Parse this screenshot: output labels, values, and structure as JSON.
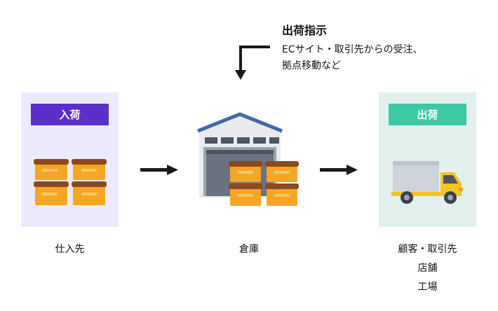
{
  "instruction": {
    "title": "出荷指示",
    "lines": [
      "ECサイト・取引先からの受注、",
      "拠点移動など"
    ]
  },
  "nodes": [
    {
      "id": "inbound",
      "badge": "入荷",
      "badge_color": "#5b2fc9",
      "panel_color": "#eceafd",
      "labels": [
        "仕入先"
      ]
    },
    {
      "id": "warehouse",
      "badge": "",
      "labels": [
        "倉庫"
      ]
    },
    {
      "id": "outbound",
      "badge": "出荷",
      "badge_color": "#3dc9a6",
      "panel_color": "#e3f0ee",
      "labels": [
        "顧客・取引先",
        "店舗",
        "工場"
      ]
    }
  ],
  "colors": {
    "box_orange": "#f5a623",
    "box_brown": "#8a4a1c",
    "arrow": "#1a1a1a",
    "warehouse_roof": "#3d6aa8",
    "truck_yellow": "#f7c51f"
  },
  "icons": [
    "box-stack-icon",
    "warehouse-icon",
    "truck-icon",
    "arrow-right-icon",
    "elbow-arrow-icon"
  ]
}
